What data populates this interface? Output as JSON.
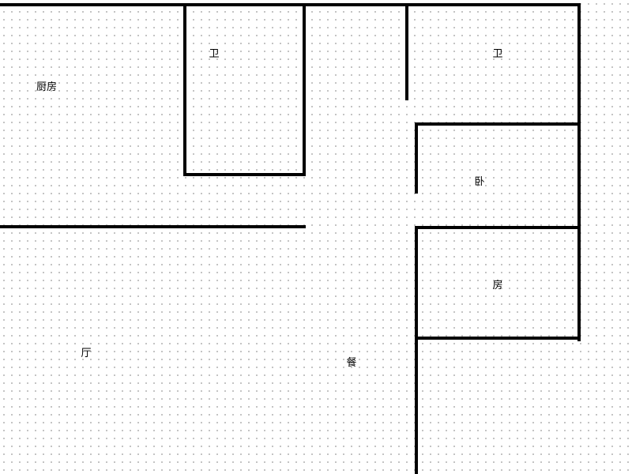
{
  "floor_plan": {
    "rooms": {
      "kitchen": "厨房",
      "bathroom_left": "卫",
      "bathroom_right": "卫",
      "bedroom_upper": "卧",
      "bedroom_lower": "房",
      "living": "厅",
      "dining": "餐"
    },
    "colors": {
      "wall": "#000000",
      "grid_dot": "#b4b4b4",
      "background": "#ffffff"
    }
  }
}
